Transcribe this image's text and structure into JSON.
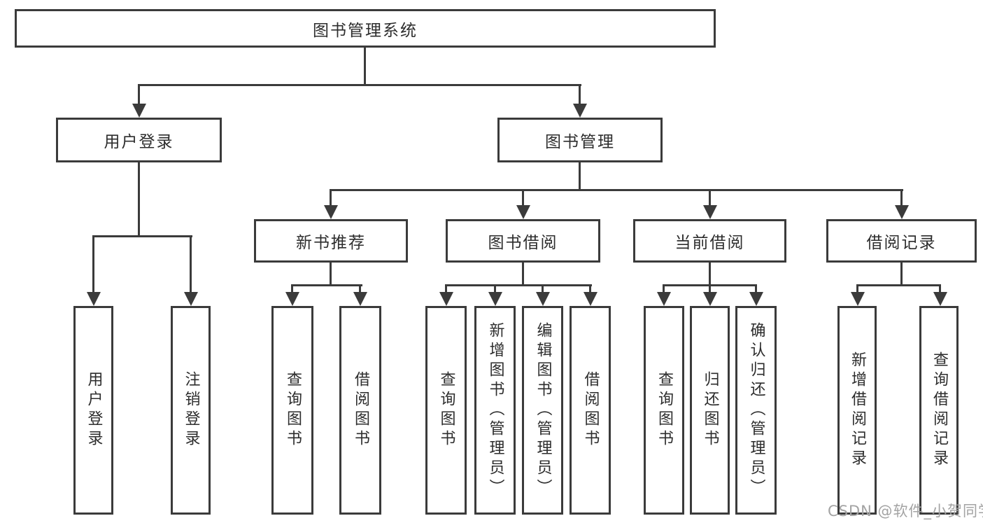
{
  "watermark": {
    "text": "CSDN @软件_小贺同学"
  },
  "colors": {
    "line": "#3b3b3b",
    "text": "#2d2d2d",
    "watermark": "#a3a3a3",
    "background": "#ffffff"
  },
  "tree": {
    "label": "图书管理系统",
    "children": [
      {
        "label": "用户登录",
        "children": [
          {
            "label": "用户登录"
          },
          {
            "label": "注销登录"
          }
        ]
      },
      {
        "label": "图书管理",
        "children": [
          {
            "label": "新书推荐",
            "children": [
              {
                "label": "查询图书"
              },
              {
                "label": "借阅图书"
              }
            ]
          },
          {
            "label": "图书借阅",
            "children": [
              {
                "label": "查询图书"
              },
              {
                "label": "新增图书（管理员）"
              },
              {
                "label": "编辑图书（管理员）"
              },
              {
                "label": "借阅图书"
              }
            ]
          },
          {
            "label": "当前借阅",
            "children": [
              {
                "label": "查询图书"
              },
              {
                "label": "归还图书"
              },
              {
                "label": "确认归还（管理员）"
              }
            ]
          },
          {
            "label": "借阅记录",
            "children": [
              {
                "label": "新增借阅记录"
              },
              {
                "label": "查询借阅记录"
              }
            ]
          }
        ]
      }
    ]
  }
}
